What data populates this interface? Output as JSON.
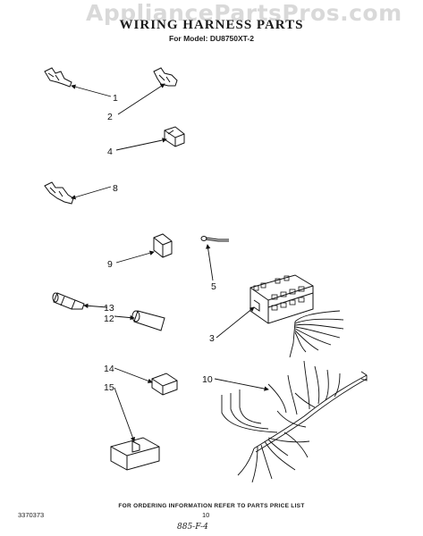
{
  "watermark": "AppliancePartsPros.com",
  "title": "WIRING HARNESS PARTS",
  "model_line": "For Model: DU8750XT-2",
  "callouts": [
    "1",
    "2",
    "4",
    "8",
    "9",
    "5",
    "13",
    "12",
    "3",
    "14",
    "15",
    "10"
  ],
  "footer": {
    "note": "FOR ORDERING INFORMATION REFER TO PARTS PRICE LIST",
    "code": "3370373",
    "page": "10",
    "handwritten": "885-F-4"
  }
}
